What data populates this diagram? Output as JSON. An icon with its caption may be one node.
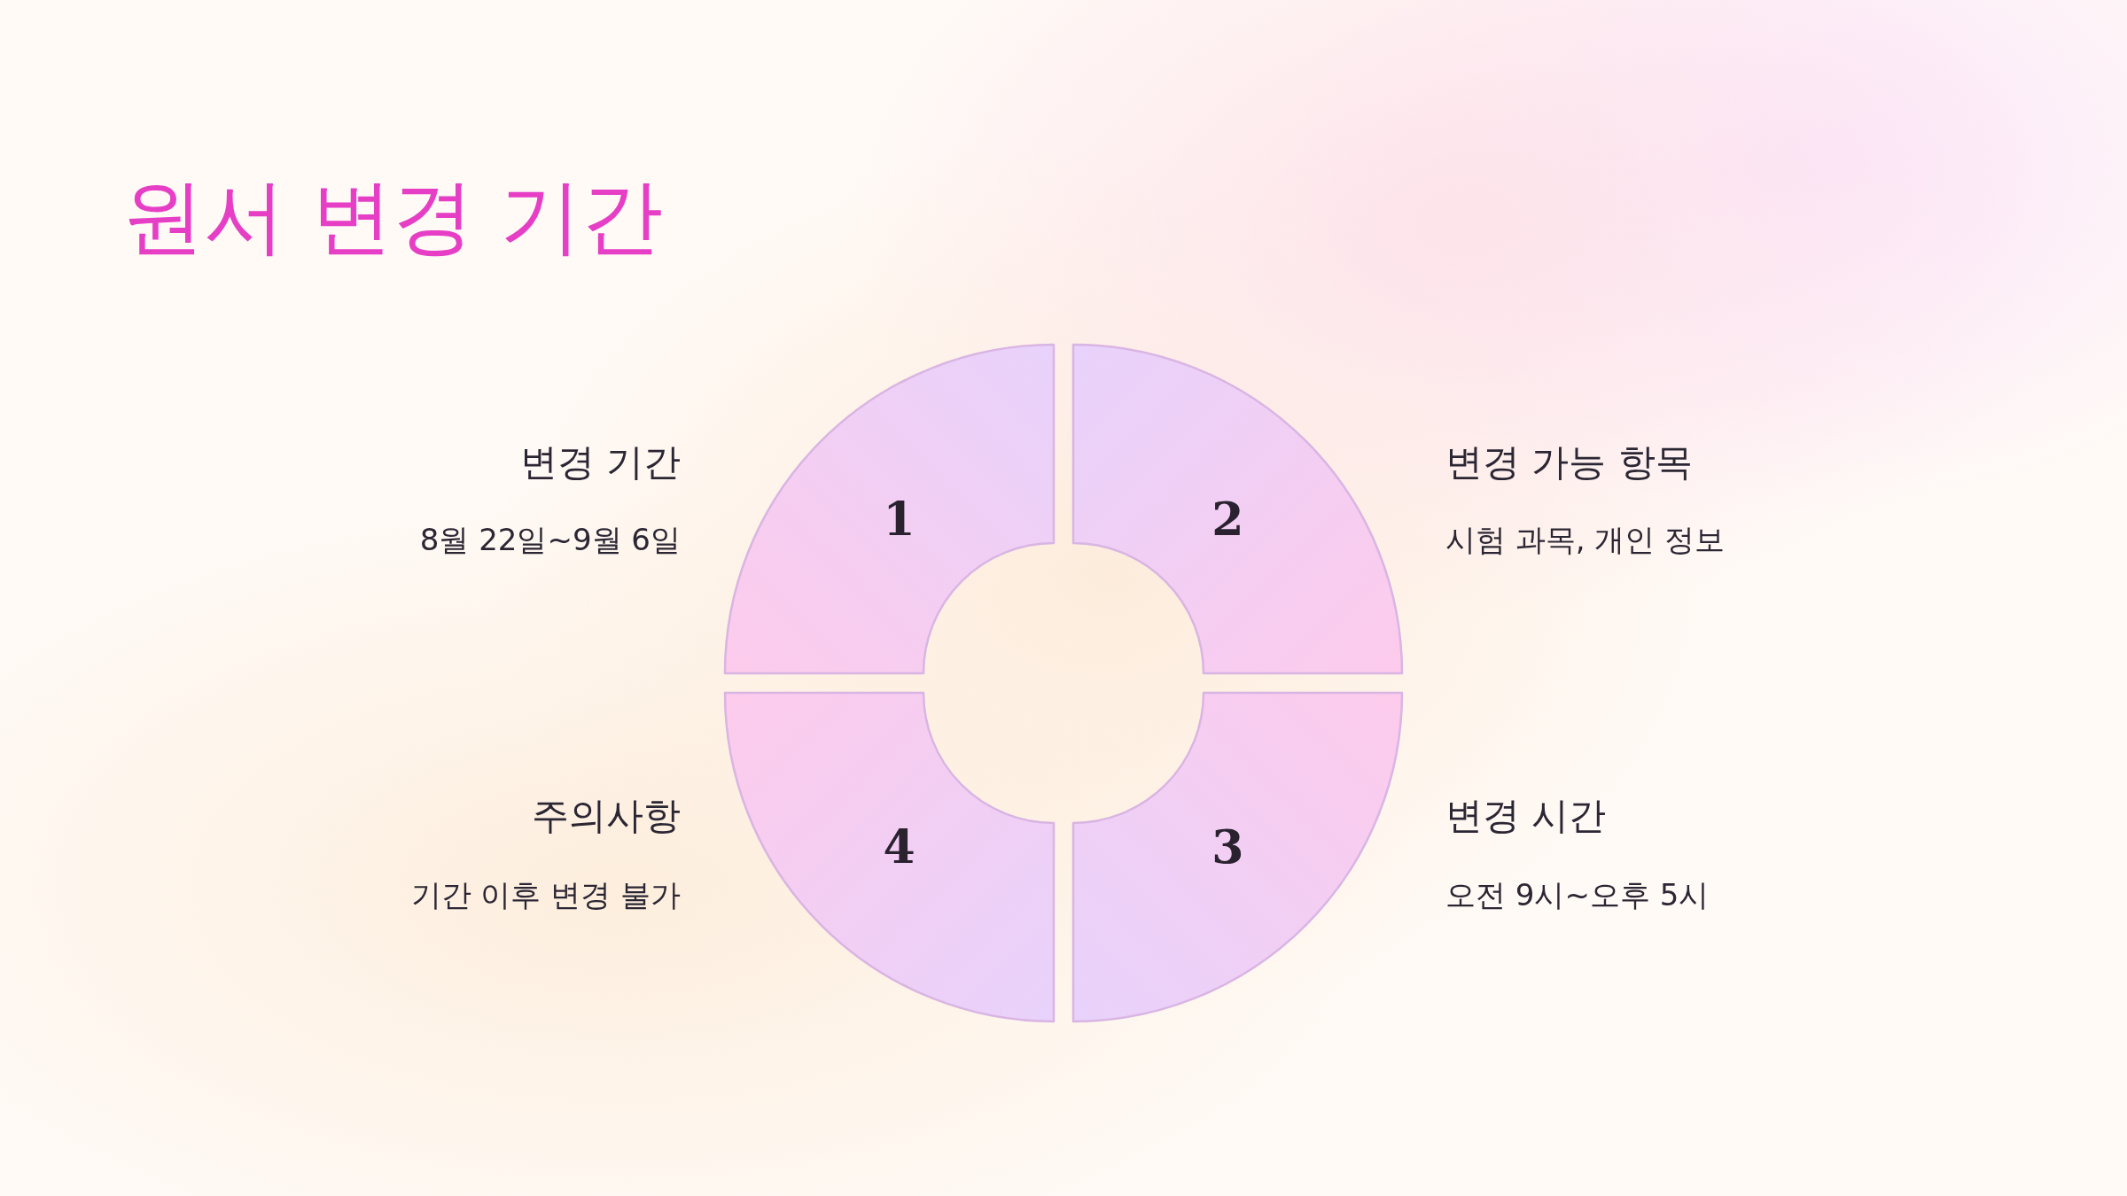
{
  "diagram": {
    "title": "원서 변경 기간",
    "nodes": [
      {
        "text": [
          "1"
        ],
        "beside": [
          "변경 기간",
          "8월 22일~9월 6일"
        ]
      },
      {
        "text": [
          "2"
        ],
        "beside": [
          "변경 가능 항목",
          "시험 과목, 개인 정보"
        ]
      },
      {
        "text": [
          "3"
        ],
        "beside": [
          "변경 시간",
          "오전 9시~오후 5시"
        ]
      },
      {
        "text": [
          "4"
        ],
        "beside": [
          "주의사항",
          "기간 이후 변경 불가"
        ]
      }
    ],
    "edges": []
  }
}
